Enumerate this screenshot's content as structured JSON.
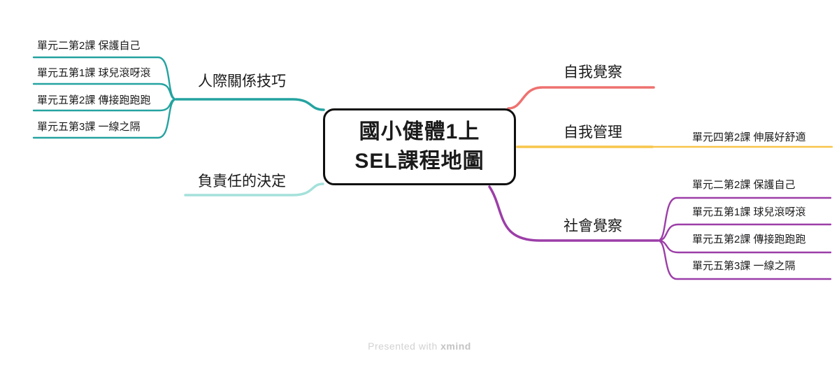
{
  "title": {
    "line1": "國小健體1上",
    "line2": "SEL課程地圖"
  },
  "branches": {
    "interpersonal": {
      "label": "人際關係技巧",
      "color": "#24a3a0",
      "children": [
        {
          "label": "單元二第2課 保護自己"
        },
        {
          "label": "單元五第1課 球兒滾呀滾"
        },
        {
          "label": "單元五第2課 傳接跑跑跑"
        },
        {
          "label": "單元五第3課 一線之隔"
        }
      ]
    },
    "responsible": {
      "label": "負責任的決定",
      "color": "#a5e1db",
      "children": []
    },
    "self_awareness": {
      "label": "自我覺察",
      "color": "#ee7270",
      "children": []
    },
    "self_management": {
      "label": "自我管理",
      "color": "#f7c64a",
      "children": [
        {
          "label": "單元四第2課 伸展好舒適"
        }
      ]
    },
    "social_awareness": {
      "label": "社會覺察",
      "color": "#9c3ea8",
      "children": [
        {
          "label": "單元二第2課 保護自己"
        },
        {
          "label": "單元五第1課 球兒滾呀滾"
        },
        {
          "label": "單元五第2課 傳接跑跑跑"
        },
        {
          "label": "單元五第3課 一線之隔"
        }
      ]
    }
  },
  "footer": {
    "prefix": "Presented with",
    "brand": "xmind"
  }
}
